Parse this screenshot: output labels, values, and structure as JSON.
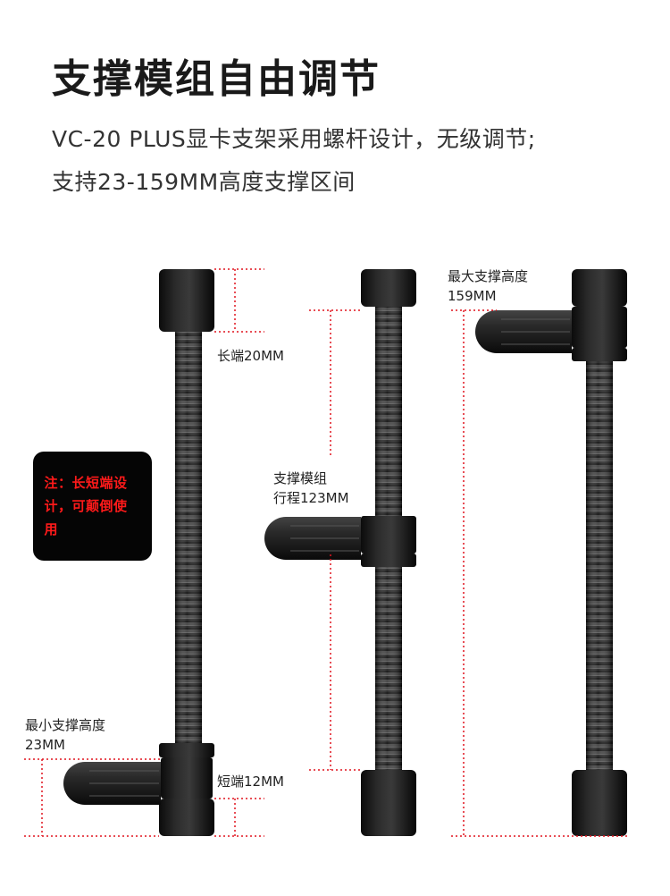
{
  "header": {
    "title": "支撑模组自由调节",
    "subtitle_line1": "VC-20 PLUS显卡支架采用螺杆设计，无级调节;",
    "subtitle_line2": "支持23-159MM高度支撑区间"
  },
  "annotations": {
    "long_end": "长端20MM",
    "module_travel_line1": "支撑模组",
    "module_travel_line2": "行程123MM",
    "max_height_line1": "最大支撑高度",
    "max_height_line2": "159MM",
    "min_height_line1": "最小支撑高度",
    "min_height_line2": "23MM",
    "short_end": "短端12MM"
  },
  "note": {
    "text": "注：长短端设计，可颠倒使用"
  },
  "colors": {
    "accent_red": "#e0141e",
    "note_bg": "#050505",
    "note_text": "#ff1a1a"
  }
}
